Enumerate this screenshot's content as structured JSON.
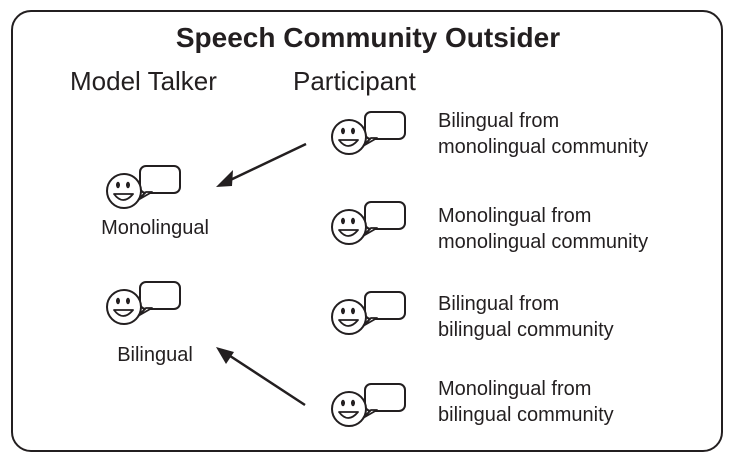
{
  "title": "Speech Community Outsider",
  "columns": {
    "model": "Model Talker",
    "participant": "Participant"
  },
  "model_talkers": [
    {
      "label": "Monolingual",
      "icon": "smiley-speech-bubble-icon"
    },
    {
      "label": "Bilingual",
      "icon": "smiley-speech-bubble-icon"
    }
  ],
  "participants": [
    {
      "line1": "Bilingual from",
      "line2": "monolingual community",
      "icon": "smiley-speech-bubble-icon"
    },
    {
      "line1": "Monolingual from",
      "line2": "monolingual community",
      "icon": "smiley-speech-bubble-icon"
    },
    {
      "line1": "Bilingual from",
      "line2": "bilingual community",
      "icon": "smiley-speech-bubble-icon"
    },
    {
      "line1": "Monolingual from",
      "line2": "bilingual community",
      "icon": "smiley-speech-bubble-icon"
    }
  ],
  "colors": {
    "ink": "#231f20",
    "background": "#ffffff"
  }
}
